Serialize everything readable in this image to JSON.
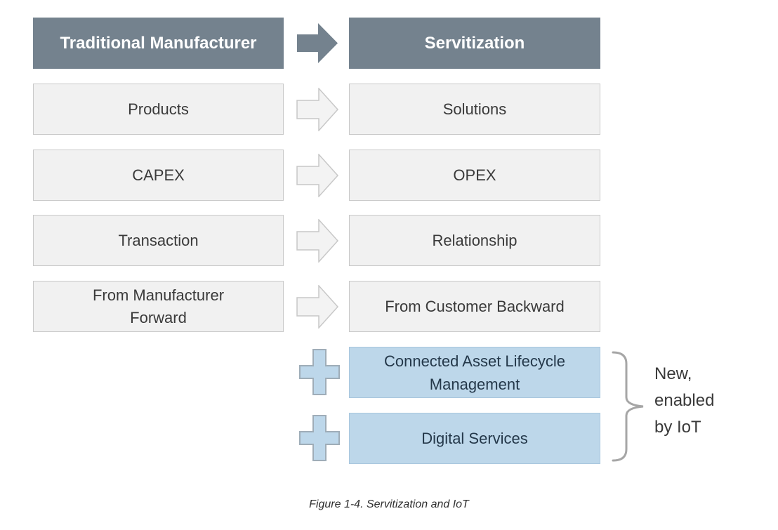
{
  "figure": {
    "caption": "Figure 1-4. Servitization and IoT",
    "left_column": {
      "header": "Traditional Manufacturer",
      "rows": [
        "Products",
        "CAPEX",
        "Transaction",
        "From Manufacturer Forward"
      ]
    },
    "right_column": {
      "header": "Servitization",
      "rows": [
        "Solutions",
        "OPEX",
        "Relationship",
        "From Customer Backward"
      ],
      "new_rows": [
        "Connected Asset Lifecycle Management",
        "Digital Services"
      ]
    },
    "annotation": {
      "lines": [
        "New,",
        "enabled",
        "by IoT"
      ]
    },
    "icons": {
      "header_arrow": "right-arrow-solid",
      "row_arrow": "right-arrow-outline",
      "plus": "plus-sign",
      "bracket": "right-curly-brace"
    },
    "colors": {
      "header_fill": "#74828E",
      "header_text": "#FFFFFF",
      "light_box_fill": "#F1F1F1",
      "light_box_border": "#C9C9C9",
      "blue_box_fill": "#BDD7EA",
      "blue_box_border": "#A9C7DE",
      "blue_box_text": "#24384A",
      "body_text": "#3A3A3A",
      "bracket_gray": "#A6A6A6"
    }
  }
}
